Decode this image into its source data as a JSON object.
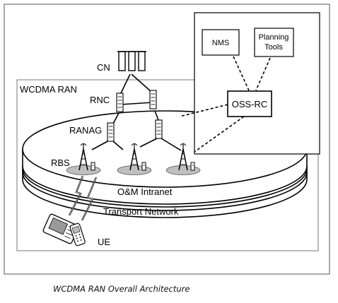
{
  "diagram": {
    "labels": {
      "cn": "CN",
      "wcdma_ran": "WCDMA RAN",
      "rnc": "RNC",
      "ranag": "RANAG",
      "rbs": "RBS",
      "om_intranet": "O&M Intranet",
      "transport_network": "Transport Network",
      "ue": "UE"
    },
    "oss_panel": {
      "nms": "NMS",
      "planning_line1": "Planning",
      "planning_line2": "Tools",
      "oss_rc": "OSS-RC"
    },
    "caption": "WCDMA RAN Overall Architecture"
  },
  "icons": [
    "cabinet-icon",
    "tower-icon",
    "phone-icon",
    "handheld-icon"
  ],
  "colors": {
    "line": "#000000",
    "ground": "#bfbfbf",
    "background": "#ffffff"
  }
}
